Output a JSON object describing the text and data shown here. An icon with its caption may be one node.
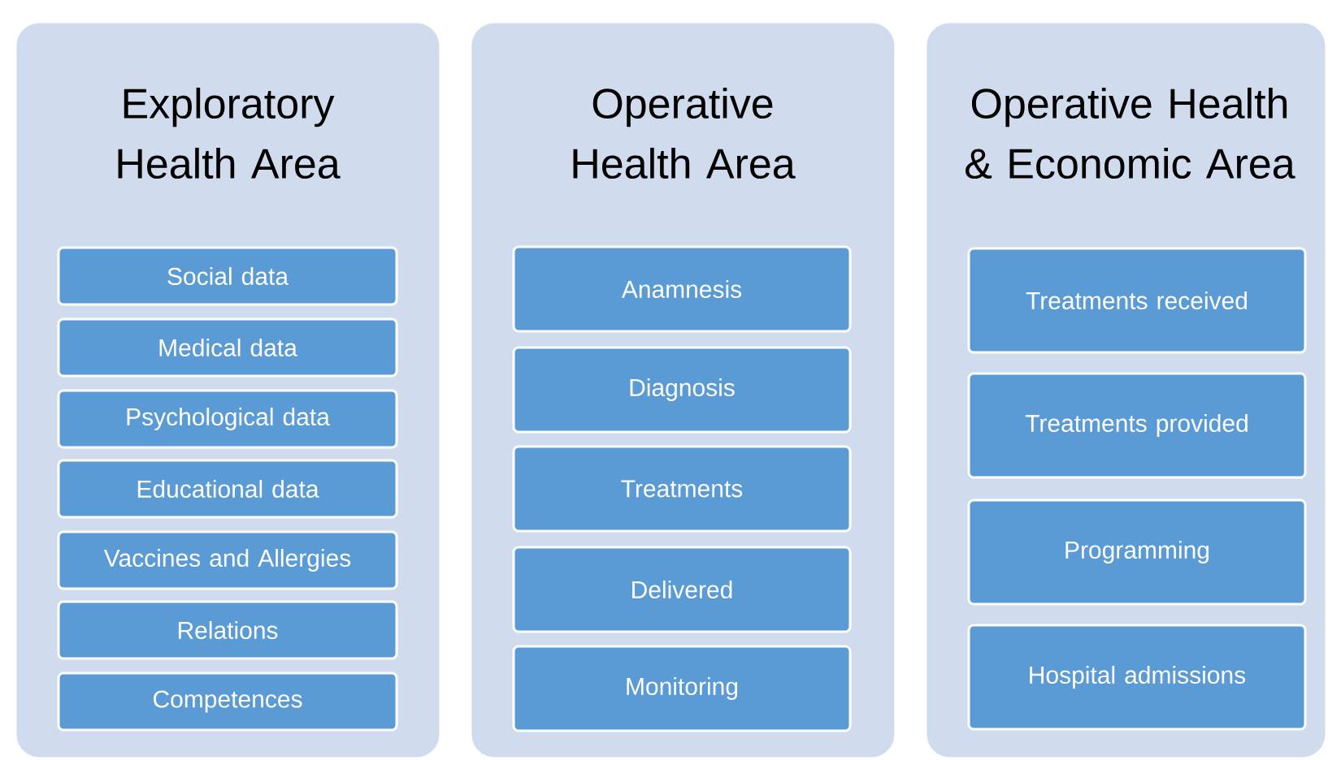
{
  "diagram": {
    "nodes": [
      {
        "text": [
          "Exploratory Health Area"
        ]
      },
      {
        "text": [
          "Social data"
        ],
        "in": 0
      },
      {
        "text": [
          "Medical data"
        ],
        "in": 0
      },
      {
        "text": [
          "Psychological data"
        ],
        "in": 0
      },
      {
        "text": [
          "Educational data"
        ],
        "in": 0
      },
      {
        "text": [
          "Vaccines and Allergies"
        ],
        "in": 0
      },
      {
        "text": [
          "Relations"
        ],
        "in": 0
      },
      {
        "text": [
          "Competences"
        ],
        "in": 0
      },
      {
        "text": [
          "Operative Health Area"
        ]
      },
      {
        "text": [
          "Anamnesis"
        ],
        "in": 8
      },
      {
        "text": [
          "Diagnosis"
        ],
        "in": 8
      },
      {
        "text": [
          "Treatments"
        ],
        "in": 8
      },
      {
        "text": [
          "Delivered"
        ],
        "in": 8
      },
      {
        "text": [
          "Monitoring"
        ],
        "in": 8
      },
      {
        "text": [
          "Operative Health & Economic Area"
        ]
      },
      {
        "text": [
          "Treatments received"
        ],
        "in": 14
      },
      {
        "text": [
          "Treatments provided"
        ],
        "in": 14
      },
      {
        "text": [
          "Programming"
        ],
        "in": 14
      },
      {
        "text": [
          "Hospital admissions"
        ],
        "in": 14
      }
    ]
  }
}
